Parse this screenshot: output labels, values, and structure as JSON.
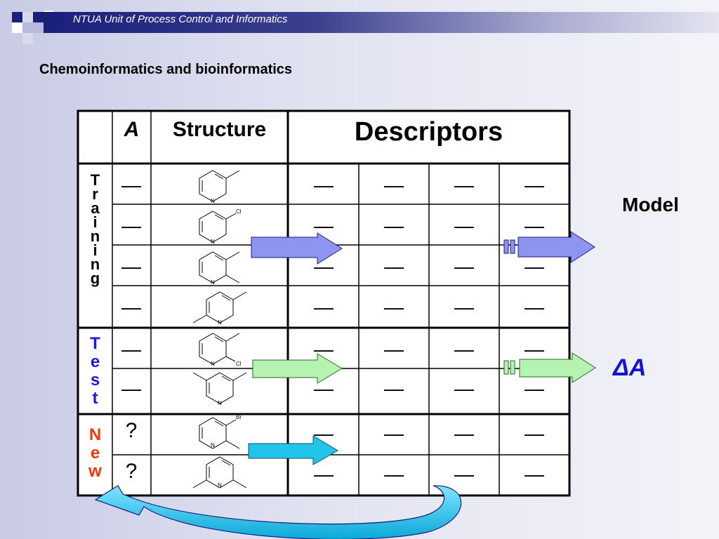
{
  "header": {
    "text": "NTUA Unit of Process Control and Informatics"
  },
  "title": "Chemoinformatics and bioinformatics",
  "table": {
    "col_a": "A",
    "col_structure": "Structure",
    "col_descriptors": "Descriptors",
    "group_training": [
      "T",
      "r",
      "a",
      "i",
      "n",
      "i",
      "n",
      "g"
    ],
    "group_test": [
      "T",
      "e",
      "s",
      "t"
    ],
    "group_new": [
      "N",
      "e",
      "w"
    ],
    "dash": "—",
    "unknown": "?",
    "structure_labels": {
      "n": "N",
      "cl": "Cl",
      "br": "Br"
    }
  },
  "labels": {
    "model": "Model",
    "delta": "ΔA"
  },
  "colors": {
    "training_arrow": "#8e95f0",
    "test_arrow": "#b6f2b0",
    "new_arrow": "#22c4ea",
    "test_text": "#1a1ad8",
    "new_text": "#f0380a",
    "delta": "#1212d0"
  },
  "icons": [
    "decorative-squares",
    "right-arrow",
    "curved-return-arrow",
    "double-bar-icon"
  ]
}
